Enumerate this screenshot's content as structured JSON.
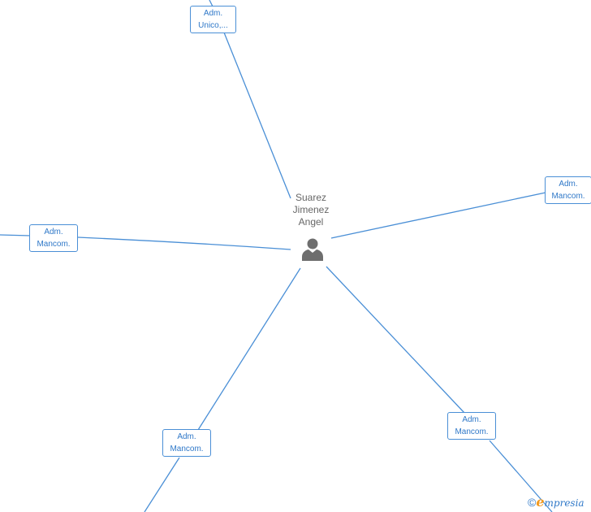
{
  "center": {
    "name_lines": [
      "Suarez",
      "Jimenez",
      "Angel"
    ],
    "icon": "person-icon"
  },
  "roles": [
    {
      "id": "top",
      "line1": "Adm.",
      "line2": "Unico,..."
    },
    {
      "id": "right",
      "line1": "Adm.",
      "line2": "Mancom."
    },
    {
      "id": "left",
      "line1": "Adm.",
      "line2": "Mancom."
    },
    {
      "id": "bottom-left",
      "line1": "Adm.",
      "line2": "Mancom."
    },
    {
      "id": "bottom-right",
      "line1": "Adm.",
      "line2": "Mancom."
    }
  ],
  "watermark": {
    "copyright_symbol": "©",
    "brand_initial": "e",
    "brand_rest": "mpresia"
  },
  "colors": {
    "edge": "#4a8fd6",
    "box_text": "#2f78c8",
    "name_text": "#666666",
    "person_icon": "#6e6e6e",
    "brand_accent": "#f29a1f"
  }
}
